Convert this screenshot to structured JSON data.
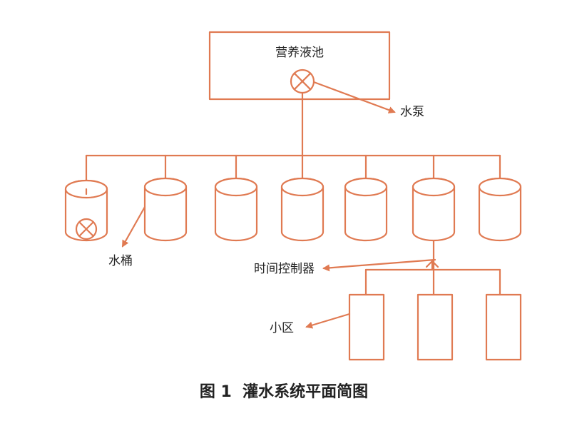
{
  "labels": {
    "pool": "营养液池",
    "pump": "水泵",
    "bucket": "水桶",
    "timer": "时间控制器",
    "district": "小区"
  },
  "caption": "图 1  灌水系统平面简图",
  "colors": {
    "line": "#e07a52",
    "arrow": "#e07a52",
    "text": "#222222"
  }
}
